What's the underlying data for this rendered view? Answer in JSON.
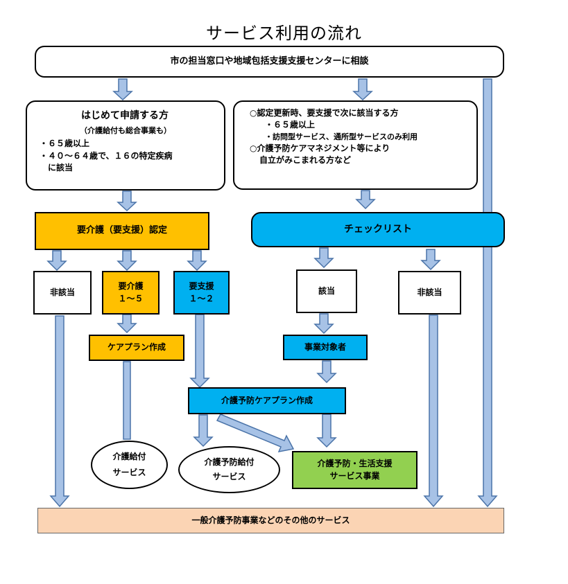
{
  "title": "サービス利用の流れ",
  "consult": "市の担当窓口や地域包括支援支援センターに相談",
  "first_apply": {
    "heading": "はじめて申請する方",
    "sub": "（介護給付も総合事業も）",
    "line1": "・６５歳以上",
    "line2": "・４０～６４歳で、１６の特定疾病",
    "line3": "　に該当"
  },
  "renewal": {
    "line1": "○認定更新時、要支援で次に該当する方",
    "line2": "・６５歳以上",
    "line3": "・訪問型サービス、通所型サービスのみ利用",
    "line4": "○介護予防ケアマネジメント等により",
    "line5": "自立がみこまれる方など"
  },
  "nintei": "要介護（要支援）認定",
  "checklist": "チェックリスト",
  "higaitou_left": "非該当",
  "yokaigo": {
    "line1": "要介護",
    "line2": "１～５"
  },
  "yoshien": {
    "line1": "要支援",
    "line2": "１～２"
  },
  "gaitou": "該当",
  "higaitou_right": "非該当",
  "careplan": "ケアプラン作成",
  "jigyo_taisho": "事業対象者",
  "yobo_careplan": "介護予防ケアプラン作成",
  "kaigo_kyufu": {
    "line1": "介護給付",
    "line2": "サービス"
  },
  "yobo_kyufu": {
    "line1": "介護予防給付",
    "line2": "サービス"
  },
  "seikatsu": {
    "line1": "介護予防・生活支援",
    "line2": "サービス事業"
  },
  "other_services": "一般介護予防事業などのその他のサービス",
  "colors": {
    "yellow": "#FFC000",
    "blue": "#00B0F0",
    "green": "#92D050",
    "peach": "#FBD4B4",
    "arrow_fill": "#A7C2E6",
    "arrow_stroke": "#4A73A8"
  }
}
